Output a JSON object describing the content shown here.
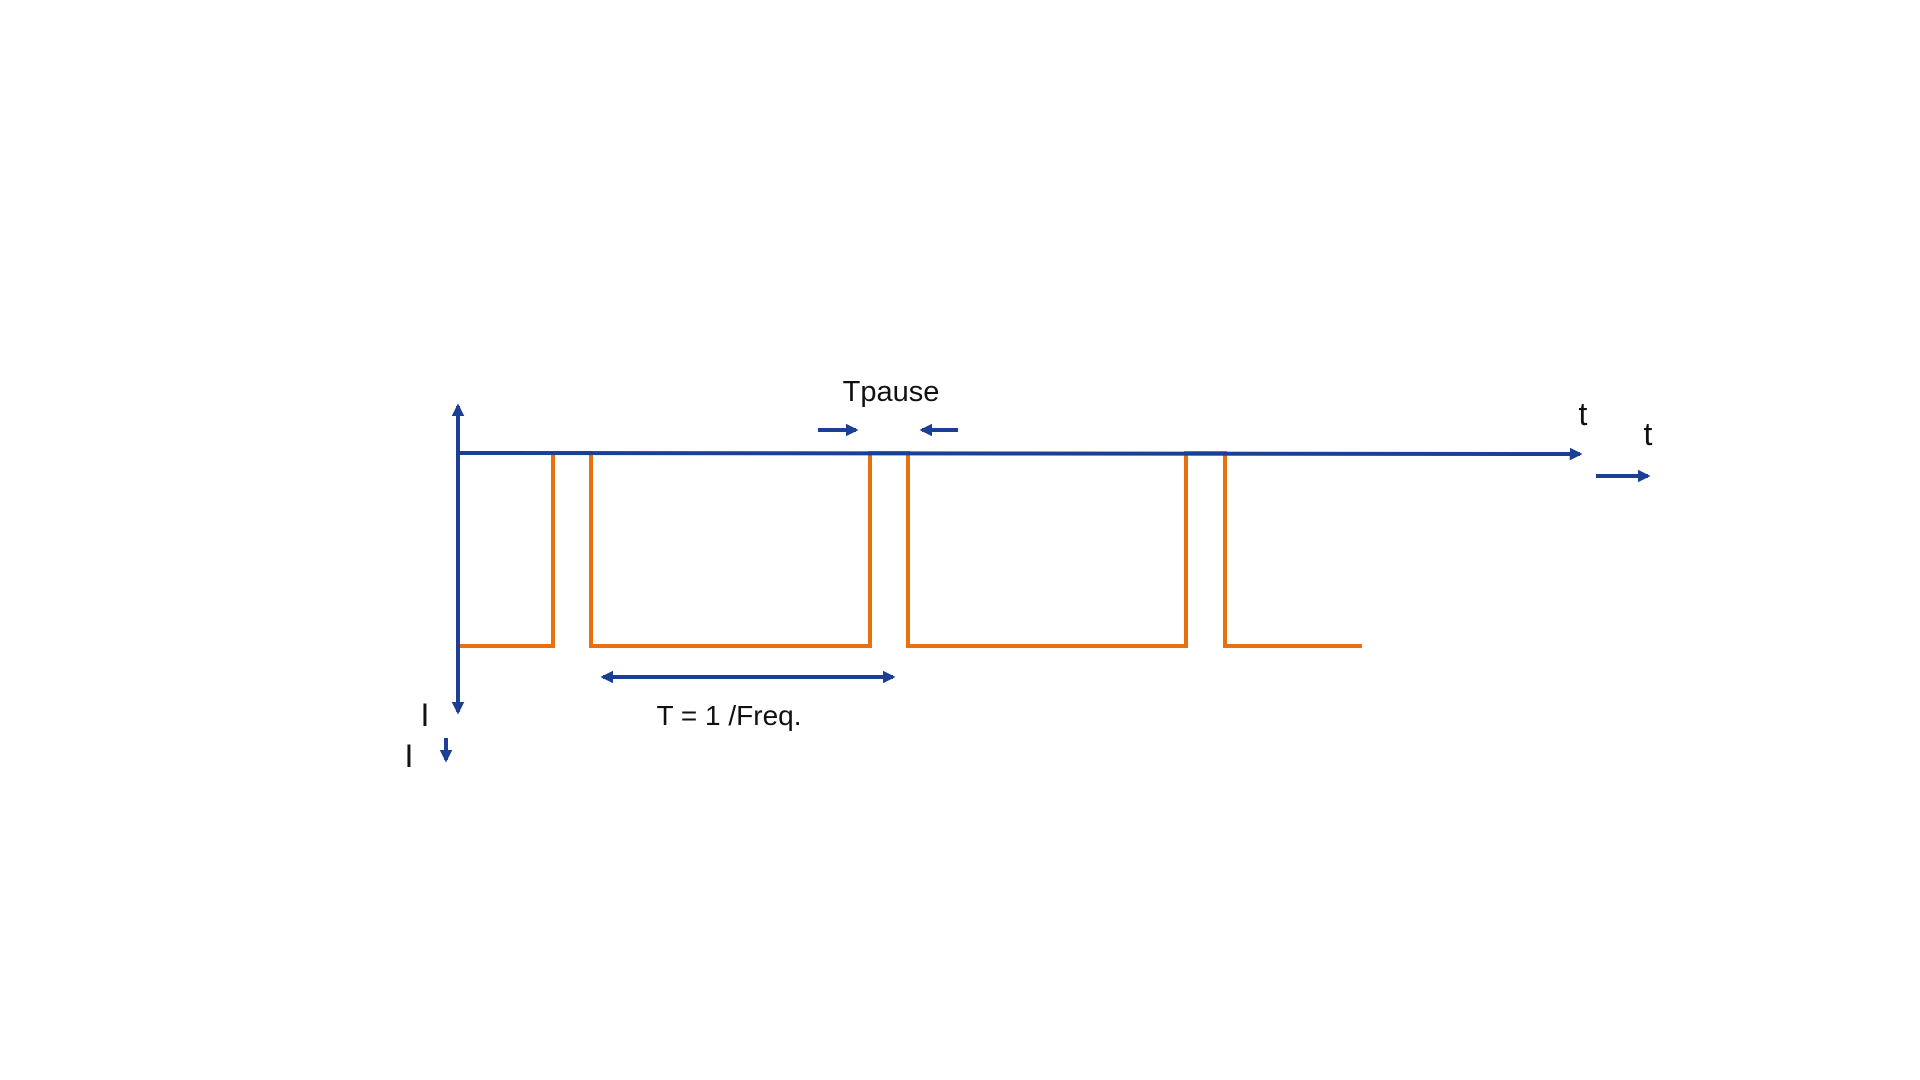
{
  "labels": {
    "pause": "Tpause",
    "period": "T = 1 /Freq.",
    "time_axis": "t",
    "time_axis_legend": "t",
    "current_axis": "I",
    "current_axis_legend": "I"
  },
  "colors": {
    "axis": "#1b3f95",
    "signal": "#e8700f"
  },
  "signal": {
    "pulse_count": 3
  }
}
